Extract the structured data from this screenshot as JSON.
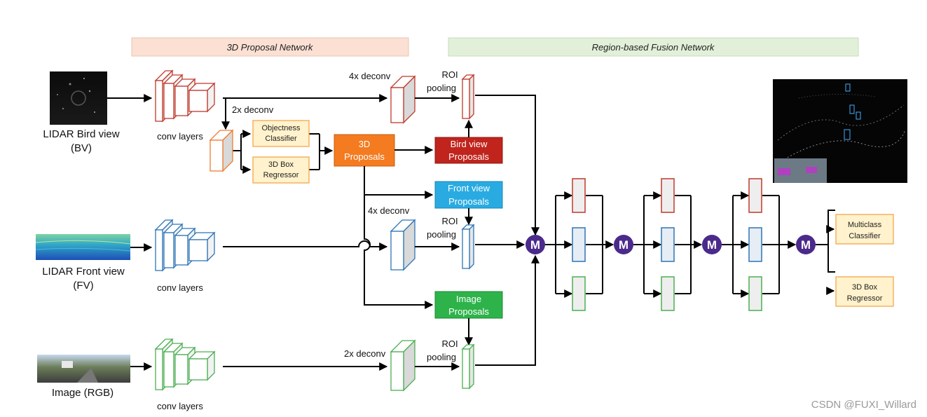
{
  "headers": {
    "proposal_network": "3D Proposal Network",
    "fusion_network": "Region-based Fusion Network"
  },
  "inputs": {
    "bv": {
      "title": "LIDAR Bird view",
      "abbr": "(BV)"
    },
    "fv": {
      "title": "LIDAR Front view",
      "abbr": "(FV)"
    },
    "rgb": {
      "title": "Image (RGB)"
    }
  },
  "conv_label": "conv layers",
  "deconv": {
    "bv_2x": "2x deconv",
    "bv_4x": "4x deconv",
    "fv_4x": "4x deconv",
    "rgb_2x": "2x deconv"
  },
  "roi": {
    "line1": "ROI",
    "line2": "pooling"
  },
  "rpn_heads": {
    "objectness": [
      "Objectness",
      "Classifier"
    ],
    "box_regressor": [
      "3D Box",
      "Regressor"
    ]
  },
  "proposals": {
    "threed": [
      "3D",
      "Proposals"
    ],
    "bird": [
      "Bird view",
      "Proposals"
    ],
    "front": [
      "Front view",
      "Proposals"
    ],
    "image": [
      "Image",
      "Proposals"
    ]
  },
  "merge_symbol": "M",
  "outputs": {
    "classifier": [
      "Multiclass",
      "Classifier"
    ],
    "regressor": [
      "3D Box",
      "Regressor"
    ]
  },
  "watermark": "CSDN @FUXI_Willard",
  "colors": {
    "bv": "#c0392b",
    "fv": "#2e75b6",
    "rgb": "#4caf50",
    "deconv_orange": "#ed7d31",
    "proposal_3d": "#f47b20",
    "proposal_bird": "#c0241c",
    "proposal_front": "#29abe2",
    "proposal_image": "#2db34a",
    "merge": "#4b2a8c",
    "head_fill": "#fff2cc",
    "head_border": "#f4a040",
    "header_proposal": "#fbe0d3",
    "header_fusion": "#e2f0d9"
  }
}
